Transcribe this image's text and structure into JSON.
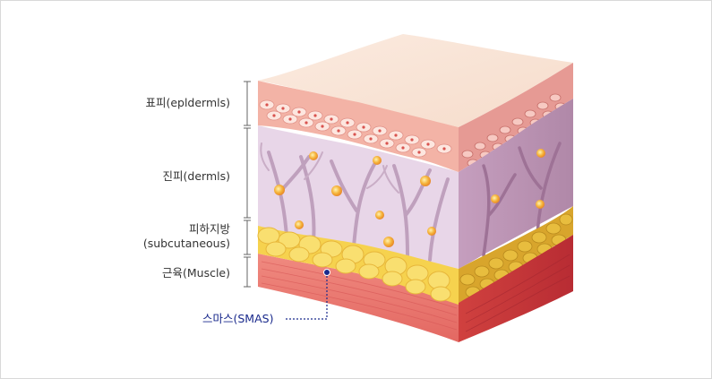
{
  "layers": [
    {
      "id": "epidermis",
      "label": "표피(epldermls)"
    },
    {
      "id": "dermis",
      "label": "진피(dermls)"
    },
    {
      "id": "subcutaneous",
      "label_line1": "피하지방",
      "label_line2": "(subcutaneous)"
    },
    {
      "id": "muscle",
      "label": "근육(Muscle)"
    }
  ],
  "callout": {
    "label": "스마스(SMAS)"
  },
  "colors": {
    "epidermis_top": "#f9e3d6",
    "epidermis_band": "#f2b6a8",
    "dermis": "#e8d4e6",
    "dermis_side": "#bd92b4",
    "vessels": "#b898b4",
    "fat": "#f7d75a",
    "fat_side": "#d9a82a",
    "muscle": "#e96a66",
    "muscle_side": "#c7353a",
    "bracket": "#666666",
    "callout": "#1a2a8c"
  }
}
